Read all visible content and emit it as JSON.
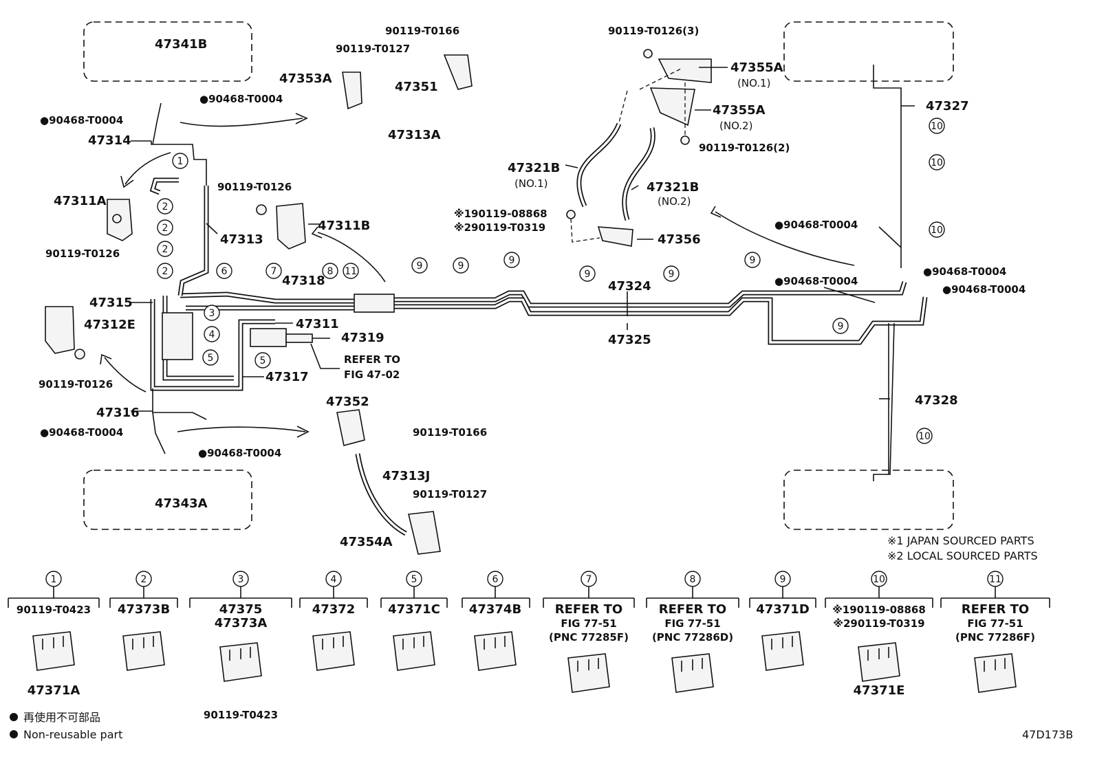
{
  "diagram_code": "47D173B",
  "legend": {
    "jp_text": "再使用不可部品",
    "en_text": "Non-reusable part"
  },
  "sourcing_notes": [
    "※1 JAPAN SOURCED PARTS",
    "※2 LOCAL SOURCED PARTS"
  ],
  "labels": {
    "l47341B": "47341B",
    "l90468a": "●90468-T0004",
    "l90468b": "●90468-T0004",
    "l47314": "47314",
    "l47311A": "47311A",
    "l90119_t0126_a": "90119-T0126",
    "l90119_t0126_b": "90119-T0126",
    "l47313": "47313",
    "l47315": "47315",
    "l47312E": "47312E",
    "l90119_t0126_c": "90119-T0126",
    "l47316": "47316",
    "l90468c": "●90468-T0004",
    "l90468d": "●90468-T0004",
    "l47343A": "47343A",
    "l90119_t0166_a": "90119-T0166",
    "l90119_t0127_a": "90119-T0127",
    "l47353A": "47353A",
    "l47351": "47351",
    "l47313A": "47313A",
    "l47311B": "47311B",
    "l47318": "47318",
    "l47319": "47319",
    "l47311": "47311",
    "l47317": "47317",
    "refer1": "REFER TO",
    "refer2": "FIG 47-02",
    "l47352": "47352",
    "l90119_t0166_b": "90119-T0166",
    "l47313J": "47313J",
    "l90119_t0127_b": "90119-T0127",
    "l47354A": "47354A",
    "l90119_t0126_3": "90119-T0126(3)",
    "l47355A1": "47355A",
    "l47355A1n": "(NO.1)",
    "l47355A2": "47355A",
    "l47355A2n": "(NO.2)",
    "l90119_t0126_2": "90119-T0126(2)",
    "l47321B1": "47321B",
    "l47321B1n": "(NO.1)",
    "l47321B2": "47321B",
    "l47321B2n": "(NO.2)",
    "l9011908868": "※190119-08868",
    "l90119T0319": "※290119-T0319",
    "l47356": "47356",
    "l47324": "47324",
    "l47325": "47325",
    "l47327": "47327",
    "l47328": "47328",
    "l90468e": "●90468-T0004",
    "l90468f": "●90468-T0004",
    "l90468g": "●90468-T0004",
    "l90468h": "●90468-T0004"
  },
  "bottom_parts": [
    {
      "num": "1",
      "lines": [
        "90119-T0423"
      ],
      "name": "47371A"
    },
    {
      "num": "2",
      "lines": [
        "47373B"
      ],
      "name": ""
    },
    {
      "num": "3",
      "lines": [
        "47375",
        "47373A"
      ],
      "name": "90119-T0423"
    },
    {
      "num": "4",
      "lines": [
        "47372"
      ],
      "name": ""
    },
    {
      "num": "5",
      "lines": [
        "47371C"
      ],
      "name": ""
    },
    {
      "num": "6",
      "lines": [
        "47374B"
      ],
      "name": ""
    },
    {
      "num": "7",
      "lines": [
        "REFER TO",
        "FIG 77-51",
        "(PNC 77285F)"
      ],
      "name": ""
    },
    {
      "num": "8",
      "lines": [
        "REFER TO",
        "FIG 77-51",
        "(PNC 77286D)"
      ],
      "name": ""
    },
    {
      "num": "9",
      "lines": [
        "47371D"
      ],
      "name": ""
    },
    {
      "num": "10",
      "lines": [
        "※190119-08868",
        "※290119-T0319"
      ],
      "name": "47371E"
    },
    {
      "num": "11",
      "lines": [
        "REFER TO",
        "FIG 77-51",
        "(PNC 77286F)"
      ],
      "name": ""
    }
  ],
  "clip_markers": [
    "1",
    "2",
    "2",
    "2",
    "2",
    "3",
    "4",
    "5",
    "5",
    "6",
    "7",
    "8",
    "9",
    "9",
    "9",
    "9",
    "9",
    "9",
    "9",
    "10",
    "10",
    "10",
    "10",
    "11"
  ]
}
